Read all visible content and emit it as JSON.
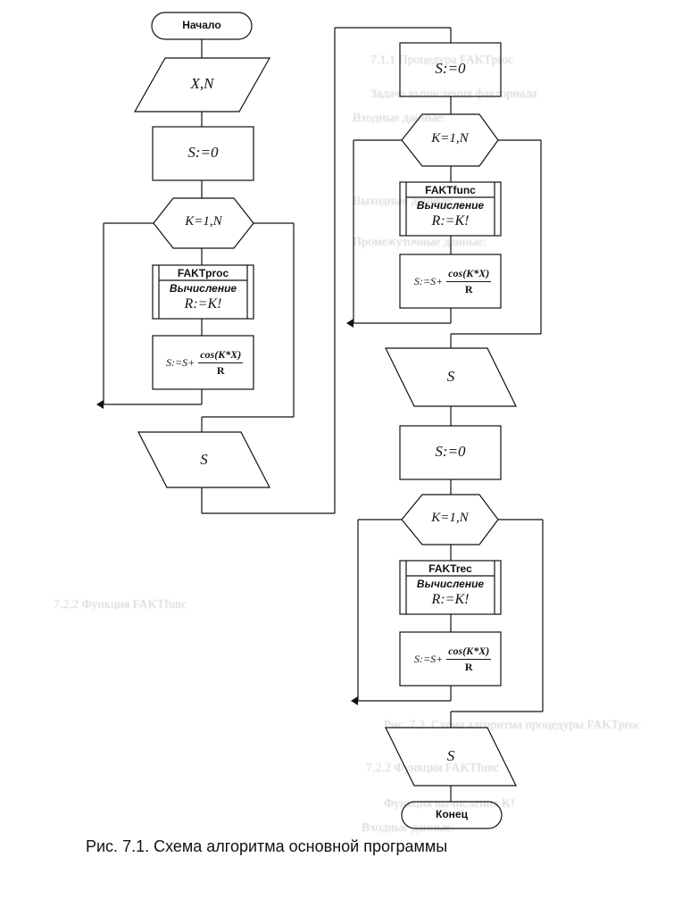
{
  "figure": {
    "caption": "Рис. 7.1. Схема алгоритма основной программы"
  },
  "flowchart": {
    "start_label": "Начало",
    "end_label": "Конец",
    "col1": {
      "input_label": "X,N",
      "init_label": "S:=0",
      "loop_label": "K=1,N",
      "subroutine_name": "FAKTproc",
      "subroutine_desc": "Вычисление",
      "subroutine_eq": "R:=K!",
      "sum_lhs": "S:=S+",
      "sum_num": "cos(K*X)",
      "sum_den": "R",
      "output_label": "S"
    },
    "col2_top": {
      "init_label": "S:=0",
      "loop_label": "K=1,N",
      "subroutine_name": "FAKTfunc",
      "subroutine_desc": "Вычисление",
      "subroutine_eq": "R:=K!",
      "sum_lhs": "S:=S+",
      "sum_num": "cos(K*X)",
      "sum_den": "R",
      "output_label": "S"
    },
    "col2_bottom": {
      "init_label": "S:=0",
      "loop_label": "K=1,N",
      "subroutine_name": "FAKTrec",
      "subroutine_desc": "Вычисление",
      "subroutine_eq": "R:=K!",
      "sum_lhs": "S:=S+",
      "sum_num": "cos(K*X)",
      "sum_den": "R",
      "output_label": "S"
    }
  }
}
